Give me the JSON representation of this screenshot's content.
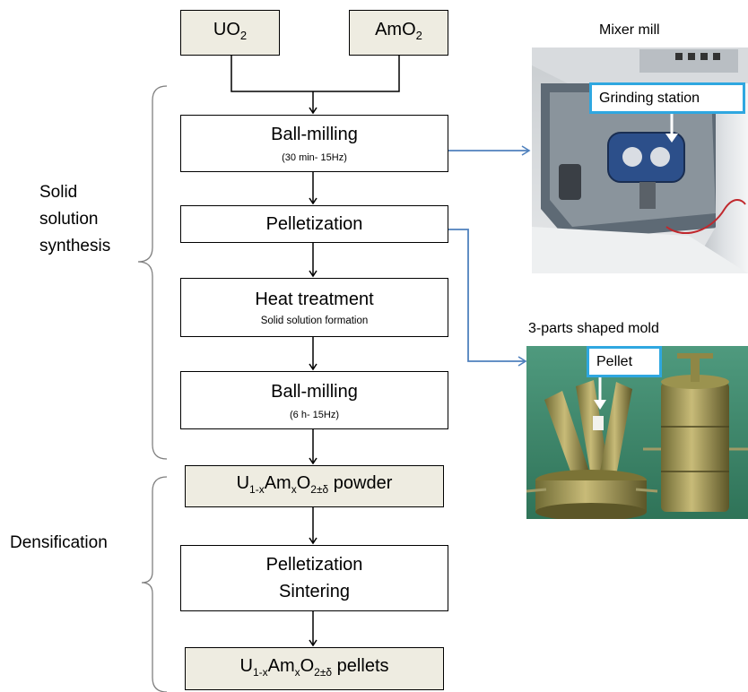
{
  "inputs": {
    "uo2": {
      "base": "UO",
      "sub": "2"
    },
    "amo2": {
      "base": "AmO",
      "sub": "2"
    }
  },
  "steps": {
    "ball_milling_1": {
      "title": "Ball-milling",
      "detail": "(30 min- 15Hz)"
    },
    "pelletization": {
      "title": "Pelletization"
    },
    "heat_treatment": {
      "title": "Heat treatment",
      "detail": "Solid solution formation"
    },
    "ball_milling_2": {
      "title": "Ball-milling",
      "detail": "(6 h- 15Hz)"
    },
    "powder": {
      "u": "U",
      "u_sub": "1-x",
      "am": "Am",
      "am_sub": "x",
      "o": "O",
      "o_sub": "2±δ",
      "suffix": " powder"
    },
    "pelletization_sintering": {
      "line1": "Pelletization",
      "line2": "Sintering"
    },
    "pellets": {
      "u": "U",
      "u_sub": "1-x",
      "am": "Am",
      "am_sub": "x",
      "o": "O",
      "o_sub": "2±δ",
      "suffix": " pellets"
    }
  },
  "brace_labels": {
    "synthesis": [
      "Solid",
      "solution",
      "synthesis"
    ],
    "densification": "Densification"
  },
  "photos": {
    "mixer_mill": {
      "caption": "Mixer mill",
      "callout": "Grinding station"
    },
    "mold": {
      "caption": "3-parts shaped mold",
      "callout": "Pellet"
    }
  },
  "colors": {
    "box_fill": "#eeece1",
    "connector": "#4f81bd",
    "callout_border": "#2fa7e0"
  }
}
